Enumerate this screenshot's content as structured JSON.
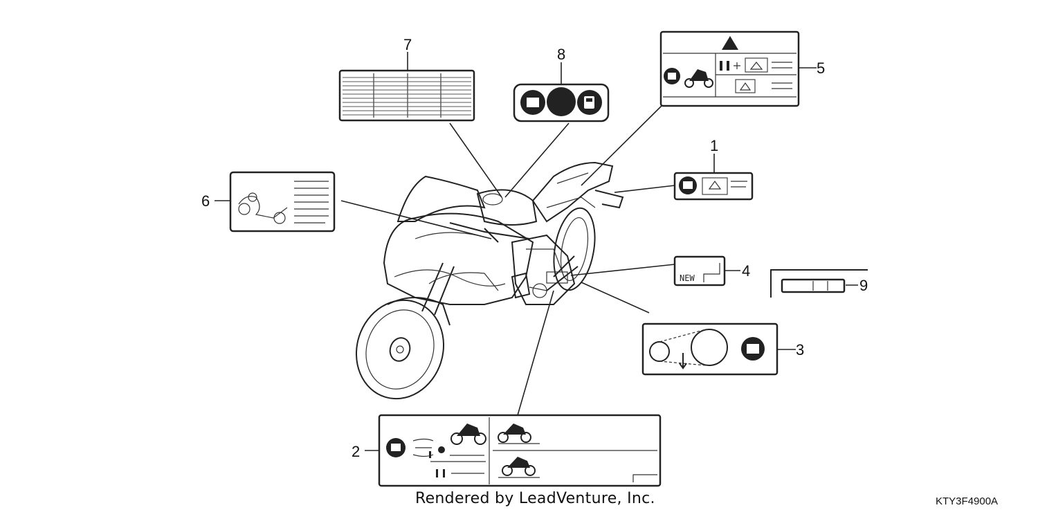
{
  "callouts": [
    "1",
    "2",
    "3",
    "4",
    "5",
    "6",
    "7",
    "8",
    "9"
  ],
  "label4_text": "NEW",
  "footer": {
    "credit": "Rendered by LeadVenture, Inc.",
    "part_code": "KTY3F4900A"
  },
  "colors": {
    "ink": "#222222",
    "background": "#ffffff"
  }
}
